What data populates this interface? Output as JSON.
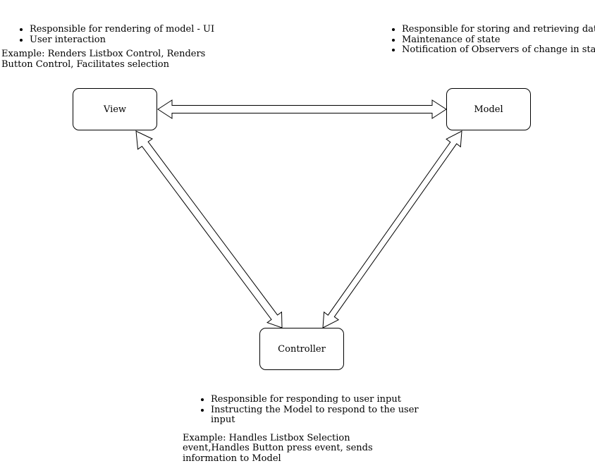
{
  "nodes": {
    "view": {
      "label": "View"
    },
    "model": {
      "label": "Model"
    },
    "controller": {
      "label": "Controller"
    }
  },
  "notes": {
    "view": {
      "bullets": [
        "Responsible for rendering of model - UI",
        "User interaction"
      ],
      "example": "Example: Renders Listbox Control, Renders Button Control, Facilitates selection"
    },
    "model": {
      "bullets": [
        "Responsible for storing and retrieving data",
        "Maintenance of state",
        "Notification of Observers of change in state"
      ]
    },
    "controller": {
      "bullets": [
        "Responsible for responding to user input",
        "Instructing the Model to respond to the user input"
      ],
      "example": "Example: Handles  Listbox Selection event,Handles Button press event, sends information to Model"
    }
  },
  "edges": [
    {
      "from": "view",
      "to": "model",
      "direction": "both"
    },
    {
      "from": "view",
      "to": "controller",
      "direction": "both"
    },
    {
      "from": "model",
      "to": "controller",
      "direction": "both"
    }
  ],
  "colors": {
    "stroke": "#000000",
    "fill": "#ffffff"
  }
}
